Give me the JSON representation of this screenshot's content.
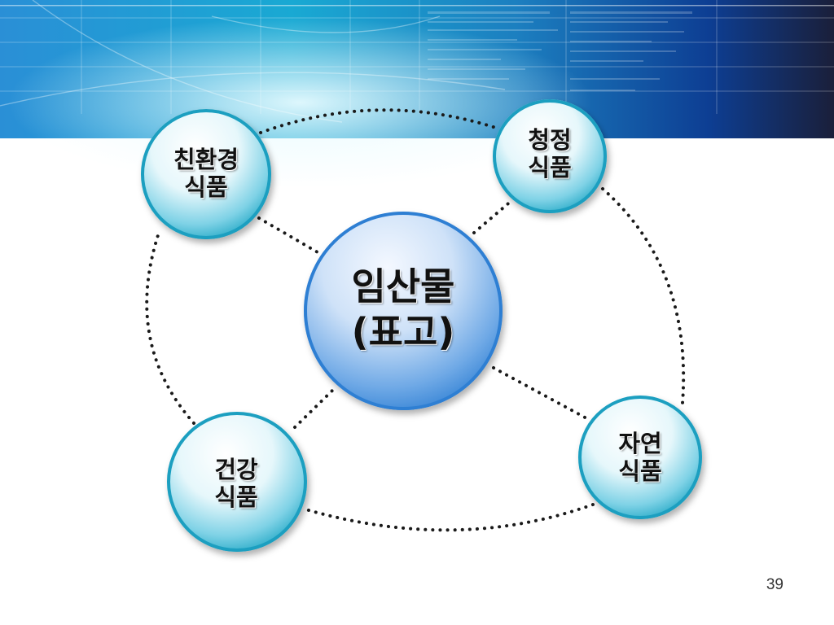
{
  "center": {
    "lines": [
      "임산물",
      "(표고)"
    ]
  },
  "nodes": [
    {
      "id": "eco",
      "lines": [
        "친환경",
        "식품"
      ]
    },
    {
      "id": "clean",
      "lines": [
        "청정",
        "식품"
      ]
    },
    {
      "id": "health",
      "lines": [
        "건강",
        "식품"
      ]
    },
    {
      "id": "natural",
      "lines": [
        "자연",
        "식품"
      ]
    }
  ],
  "page_number": "39",
  "colors": {
    "banner_blue": "#1a7ac4",
    "banner_cyan": "#19a9d3",
    "node_blue": "#3a8fd8",
    "node_teal": "#1fa6c4",
    "connector": "#1a1a1a"
  }
}
